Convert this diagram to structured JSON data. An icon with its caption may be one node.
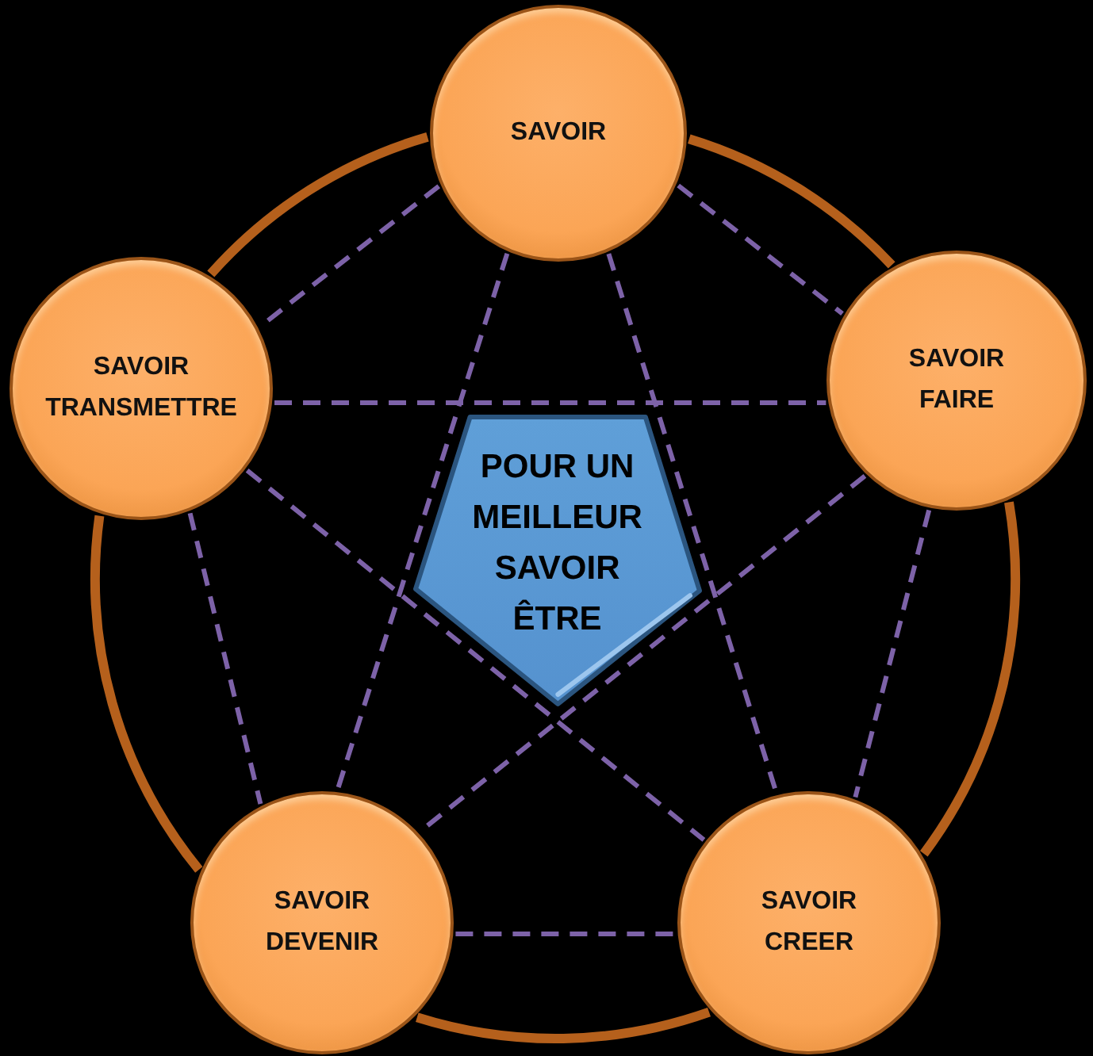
{
  "diagram": {
    "nodes": [
      {
        "text": [
          "SAVOIR"
        ]
      },
      {
        "text": [
          "SAVOIR TRANSMETTRE"
        ]
      },
      {
        "text": [
          "SAVOIR FAIRE"
        ]
      },
      {
        "text": [
          "POUR UN MEILLEUR SAVOIR ÊTRE"
        ]
      },
      {
        "text": [
          "SAVOIR DEVENIR"
        ]
      },
      {
        "text": [
          "SAVOIR CREER"
        ]
      }
    ],
    "edges": [
      {
        "from": 0,
        "to": 1,
        "arrow": "none",
        "style": "dashed"
      },
      {
        "from": 0,
        "to": 2,
        "arrow": "none",
        "style": "dashed"
      },
      {
        "from": 1,
        "to": 2,
        "arrow": "none",
        "style": "dashed"
      },
      {
        "from": 0,
        "to": 4,
        "arrow": "none",
        "style": "dashed"
      },
      {
        "from": 0,
        "to": 5,
        "arrow": "none",
        "style": "dashed"
      },
      {
        "from": 1,
        "to": 5,
        "arrow": "none",
        "style": "dashed"
      },
      {
        "from": 2,
        "to": 4,
        "arrow": "none",
        "style": "dashed"
      },
      {
        "from": 1,
        "to": 4,
        "arrow": "none",
        "style": "dashed"
      },
      {
        "from": 2,
        "to": 5,
        "arrow": "none",
        "style": "dashed"
      },
      {
        "from": 4,
        "to": 5,
        "arrow": "none",
        "style": "dashed"
      },
      {
        "from": 0,
        "to": 2,
        "arrow": "none",
        "style": "thick",
        "color": "#b5601c"
      },
      {
        "from": 2,
        "to": 5,
        "arrow": "none",
        "style": "thick",
        "color": "#b5601c"
      },
      {
        "from": 5,
        "to": 4,
        "arrow": "none",
        "style": "thick",
        "color": "#b5601c"
      },
      {
        "from": 4,
        "to": 1,
        "arrow": "none",
        "style": "thick",
        "color": "#b5601c"
      },
      {
        "from": 1,
        "to": 0,
        "arrow": "none",
        "style": "thick",
        "color": "#b5601c"
      }
    ]
  }
}
